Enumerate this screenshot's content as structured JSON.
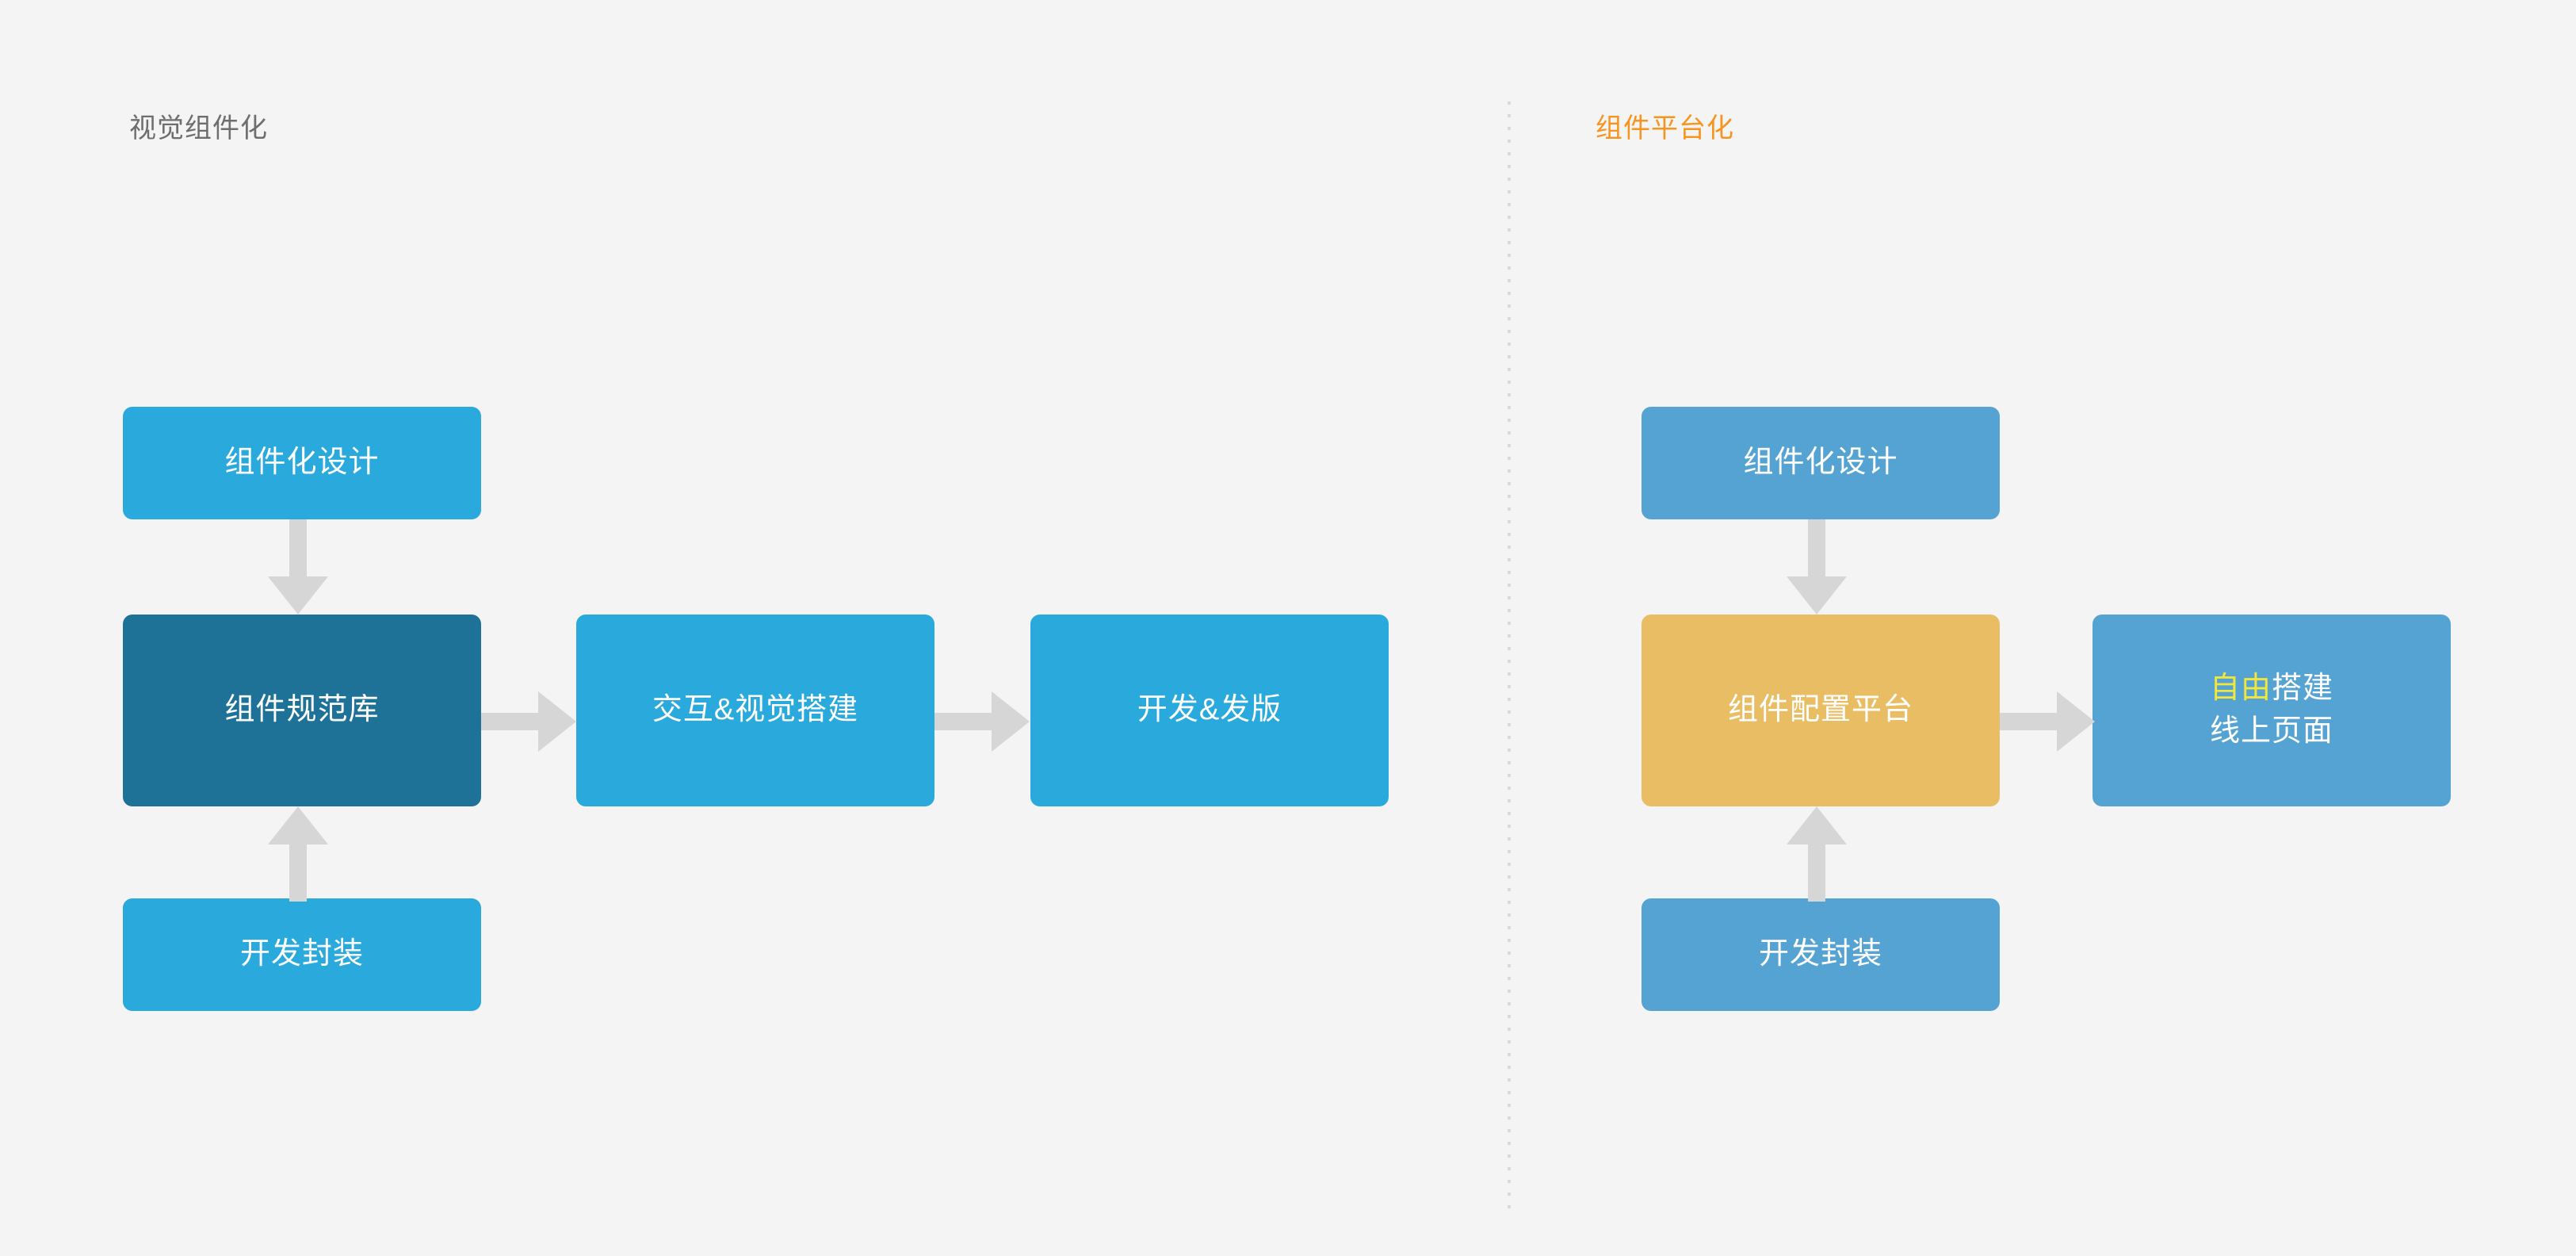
{
  "background_color": "#f4f4f4",
  "panels": [
    {
      "id": "visual-componentization",
      "title": "视觉组件化",
      "title_color": "#6e6e6e"
    },
    {
      "id": "component-platformization",
      "title": "组件平台化",
      "title_color": "#f7941e"
    }
  ],
  "divider": {
    "style": "dotted-vertical",
    "color": "#d9d9d9"
  },
  "left_flow": {
    "design": {
      "label": "组件化设计",
      "fill": "#29a9dc",
      "text_color": "#ffffff"
    },
    "library": {
      "label": "组件规范库",
      "fill": "#1e7197",
      "text_color": "#ffffff"
    },
    "package": {
      "label": "开发封装",
      "fill": "#29a9dc",
      "text_color": "#ffffff"
    },
    "build": {
      "label": "交互&视觉搭建",
      "fill": "#29a9dc",
      "text_color": "#ffffff"
    },
    "release": {
      "label": "开发&发版",
      "fill": "#29a9dc",
      "text_color": "#ffffff"
    }
  },
  "right_flow": {
    "design": {
      "label": "组件化设计",
      "fill": "#55a3d2",
      "text_color": "#ffffff"
    },
    "platform": {
      "label": "组件配置平台",
      "fill": "#e9bd64",
      "text_color": "#ffffff"
    },
    "package": {
      "label": "开发封装",
      "fill": "#55a3d2",
      "text_color": "#ffffff"
    },
    "page": {
      "label_highlight": "自由",
      "label_rest": "搭建\n线上页面",
      "fill": "#55a3d2",
      "text_color": "#ffffff",
      "highlight_color": "#f2e63c"
    }
  },
  "arrows": {
    "color": "#d6d6d6",
    "left": [
      {
        "from": "组件化设计",
        "to": "组件规范库",
        "direction": "down"
      },
      {
        "from": "开发封装",
        "to": "组件规范库",
        "direction": "up"
      },
      {
        "from": "组件规范库",
        "to": "交互&视觉搭建",
        "direction": "right"
      },
      {
        "from": "交互&视觉搭建",
        "to": "开发&发版",
        "direction": "right"
      }
    ],
    "right": [
      {
        "from": "组件化设计",
        "to": "组件配置平台",
        "direction": "down"
      },
      {
        "from": "开发封装",
        "to": "组件配置平台",
        "direction": "up"
      },
      {
        "from": "组件配置平台",
        "to": "自由搭建线上页面",
        "direction": "right"
      }
    ]
  }
}
